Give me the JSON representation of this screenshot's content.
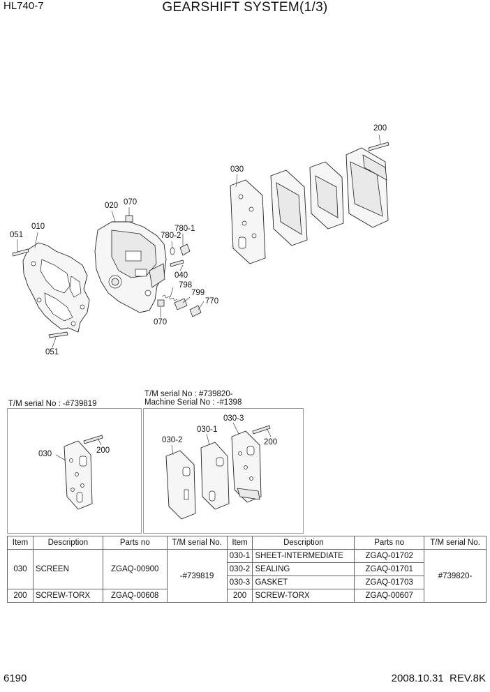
{
  "header": {
    "model": "HL740-7",
    "title": "GEARSHIFT SYSTEM(1/3)"
  },
  "callouts": {
    "c200_top": "200",
    "c030_top": "030",
    "c020": "020",
    "c070_top": "070",
    "c010": "010",
    "c051_top": "051",
    "c780_1": "780-1",
    "c780_2": "780-2",
    "c040": "040",
    "c798": "798",
    "c799": "799",
    "c770": "770",
    "c070_bottom": "070",
    "c051_bottom": "051",
    "box1_030": "030",
    "box1_200": "200",
    "box2_030_3": "030-3",
    "box2_030_1": "030-1",
    "box2_030_2": "030-2",
    "box2_200": "200"
  },
  "serials": {
    "left": "T/M serial No : -#739819",
    "right_line1": "T/M serial No : #739820-",
    "right_line2": "Machine Serial No : -#1398"
  },
  "table": {
    "headers": [
      "Item",
      "Description",
      "Parts no",
      "T/M serial No.",
      "Item",
      "Description",
      "Parts no",
      "T/M serial No."
    ],
    "left_rows": [
      {
        "item": "030",
        "description": "SCREEN",
        "parts_no": "ZGAQ-00900"
      },
      {
        "item": "200",
        "description": "SCREW-TORX",
        "parts_no": "ZGAQ-00608"
      }
    ],
    "left_serial": "-#739819",
    "right_rows": [
      {
        "item": "030-1",
        "description": "SHEET-INTERMEDIATE",
        "parts_no": "ZGAQ-01702"
      },
      {
        "item": "030-2",
        "description": "SEALING",
        "parts_no": "ZGAQ-01701"
      },
      {
        "item": "030-3",
        "description": "GASKET",
        "parts_no": "ZGAQ-01703"
      },
      {
        "item": "200",
        "description": "SCREW-TORX",
        "parts_no": "ZGAQ-00607"
      }
    ],
    "right_serial": "#739820-"
  },
  "footer": {
    "page": "6190",
    "date_rev": "2008.10.31  REV.8K"
  }
}
